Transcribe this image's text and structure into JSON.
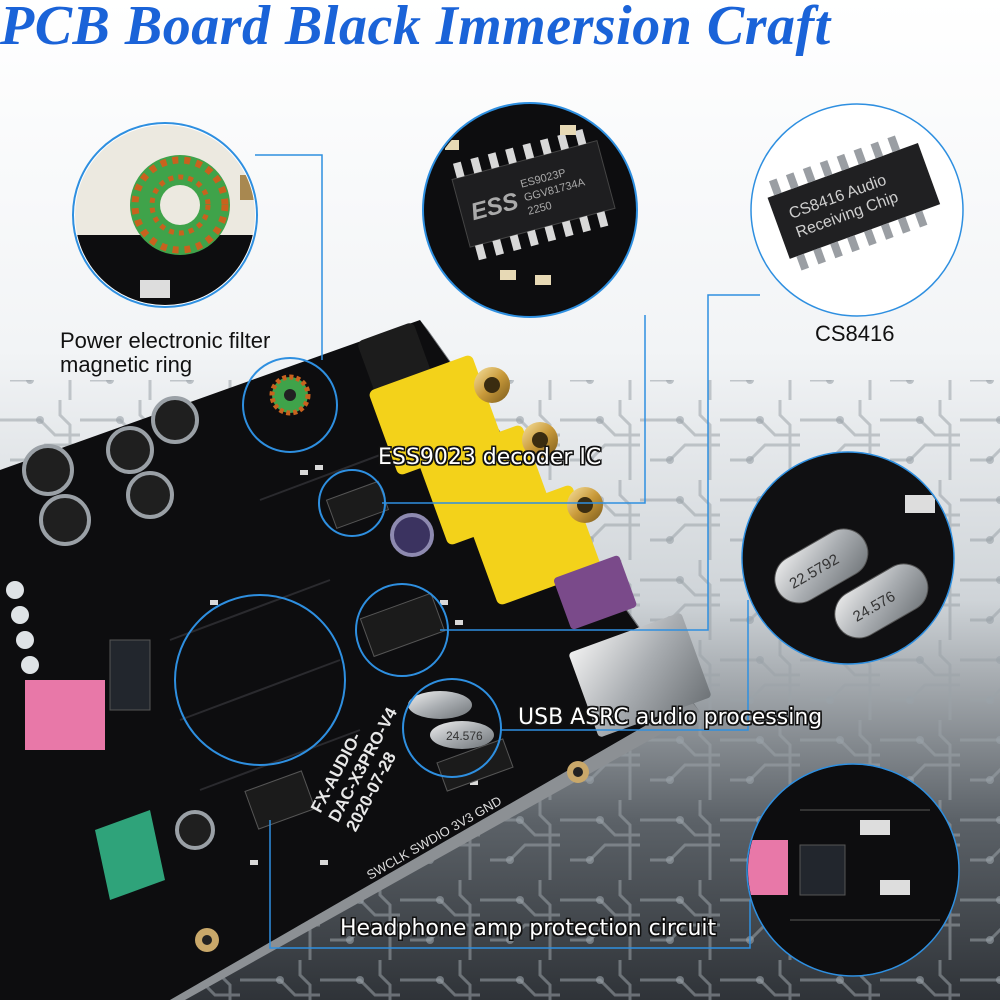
{
  "title": "PCB Board Black Immersion Craft",
  "labels": {
    "filter_line1": "Power electronic filter",
    "filter_line2": "magnetic ring",
    "cs8416": "CS8416",
    "ess9023": "ESS9023 decoder IC",
    "usb_asrc": "USB ASRC audio processing",
    "headphone": "Headphone amp protection circuit"
  },
  "chip_markings": {
    "cs8416_line1": "CS8416 Audio",
    "cs8416_line2": "Receiving Chip",
    "ess_logo": "ESS",
    "ess_line1": "ES9023P",
    "ess_line2": "GGV81734A",
    "ess_line3": "2250",
    "crystal_a": "22.5792",
    "crystal_b": "24.576",
    "crystal_small": "24.576"
  },
  "board_text": {
    "model_line1": "FX-AUDIO-",
    "model_line2": "DAC-X3PRO-V4",
    "model_line3": "2020-07-28",
    "pin_labels": "SWCLK SWDIO 3V3 GND"
  },
  "colors": {
    "title": "#1a63d8",
    "callout_line": "#2e8fe0",
    "board": "#0d0d0f",
    "rca_yellow": "#f3d21a",
    "toroid_green": "#3fa34a",
    "copper": "#c8621e"
  }
}
